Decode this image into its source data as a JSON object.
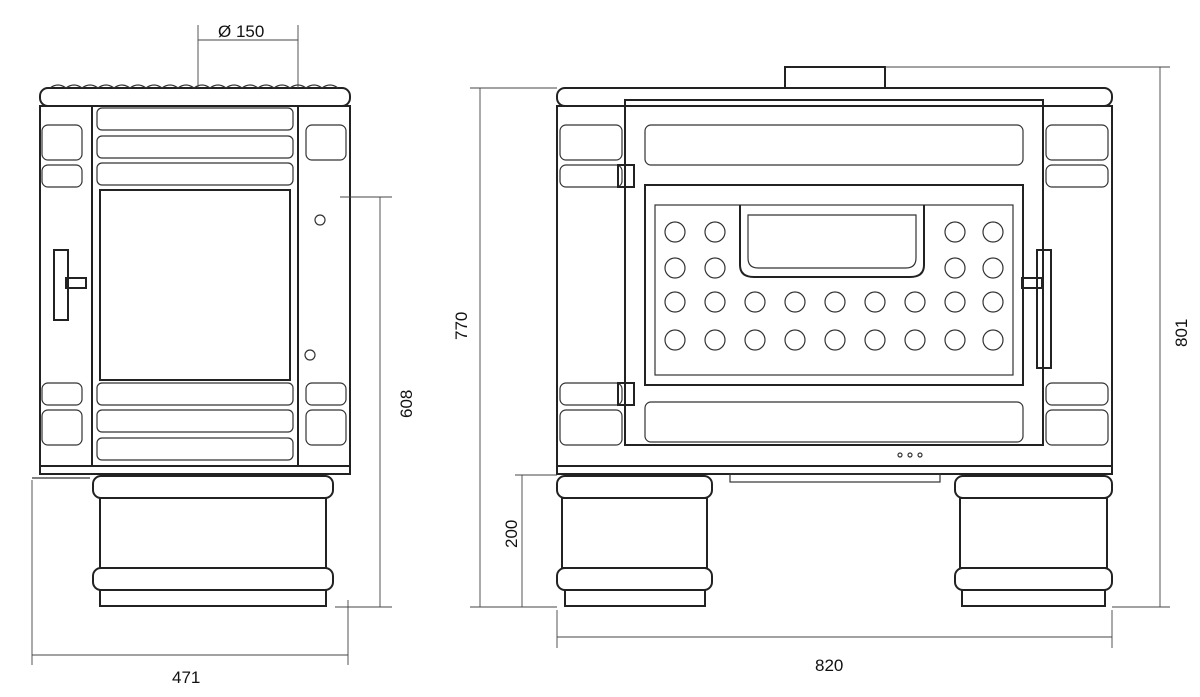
{
  "dimensions": {
    "flue_diameter": "Ø 150",
    "side_width": "471",
    "side_flue_height": "608",
    "front_height": "770",
    "front_total_height": "801",
    "base_height": "200",
    "front_width": "820"
  }
}
